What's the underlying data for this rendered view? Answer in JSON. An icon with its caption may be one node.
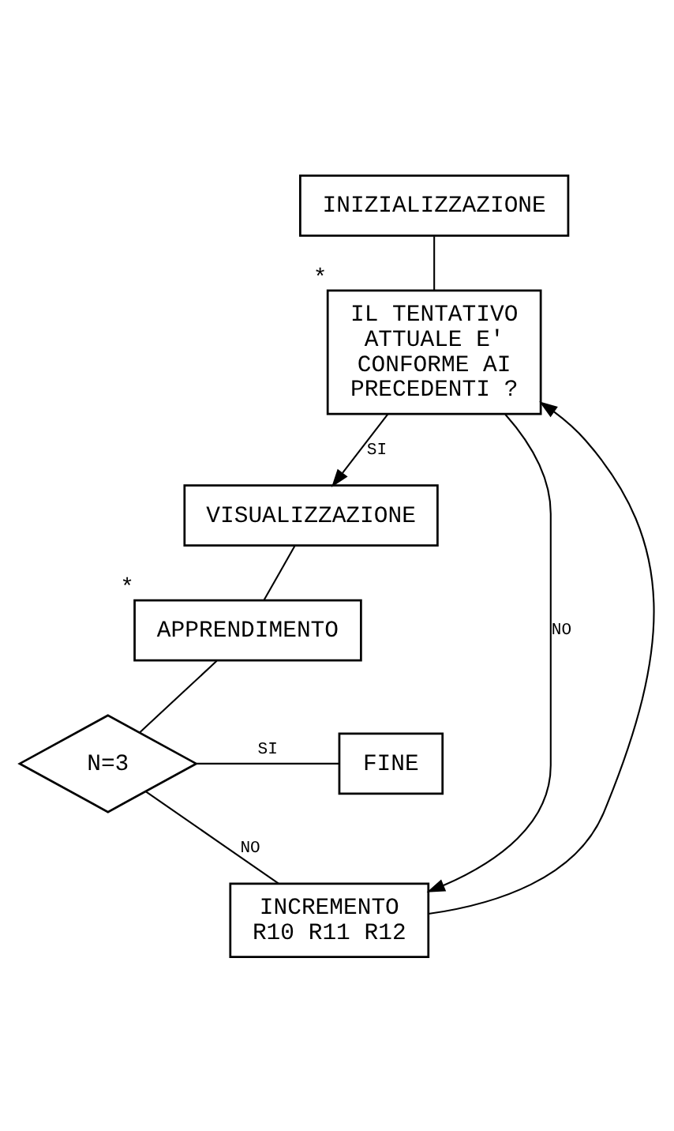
{
  "diagram": {
    "nodes": [
      {
        "text": [
          "INIZIALIZZAZIONE"
        ]
      },
      {
        "text": [
          "IL TENTATIVO ATTUALE E' CONFORME AI PRECEDENTI ?"
        ],
        "beside": [
          "*"
        ]
      },
      {
        "text": [
          "VISUALIZZAZIONE"
        ]
      },
      {
        "text": [
          "APPRENDIMENTO"
        ],
        "beside": [
          "*"
        ]
      },
      {
        "text": [
          "N=3"
        ]
      },
      {
        "text": [
          "FINE"
        ]
      },
      {
        "text": [
          "INCREMENTO",
          "R10 R11 R12"
        ]
      }
    ],
    "edges": [
      {
        "from": 0,
        "to": 1,
        "arrow": "none"
      },
      {
        "from": 1,
        "to": 6,
        "arrow": "to",
        "label": "NO"
      },
      {
        "from": 1,
        "to": 2,
        "arrow": "to",
        "label": "SI"
      },
      {
        "from": 2,
        "to": 3,
        "arrow": "none"
      },
      {
        "from": 3,
        "to": 4,
        "arrow": "none"
      },
      {
        "from": 4,
        "to": 5,
        "arrow": "none",
        "label": "SI"
      },
      {
        "from": 4,
        "to": 6,
        "arrow": "none",
        "label": "NO"
      },
      {
        "from": 6,
        "to": 1,
        "arrow": "to"
      }
    ]
  }
}
